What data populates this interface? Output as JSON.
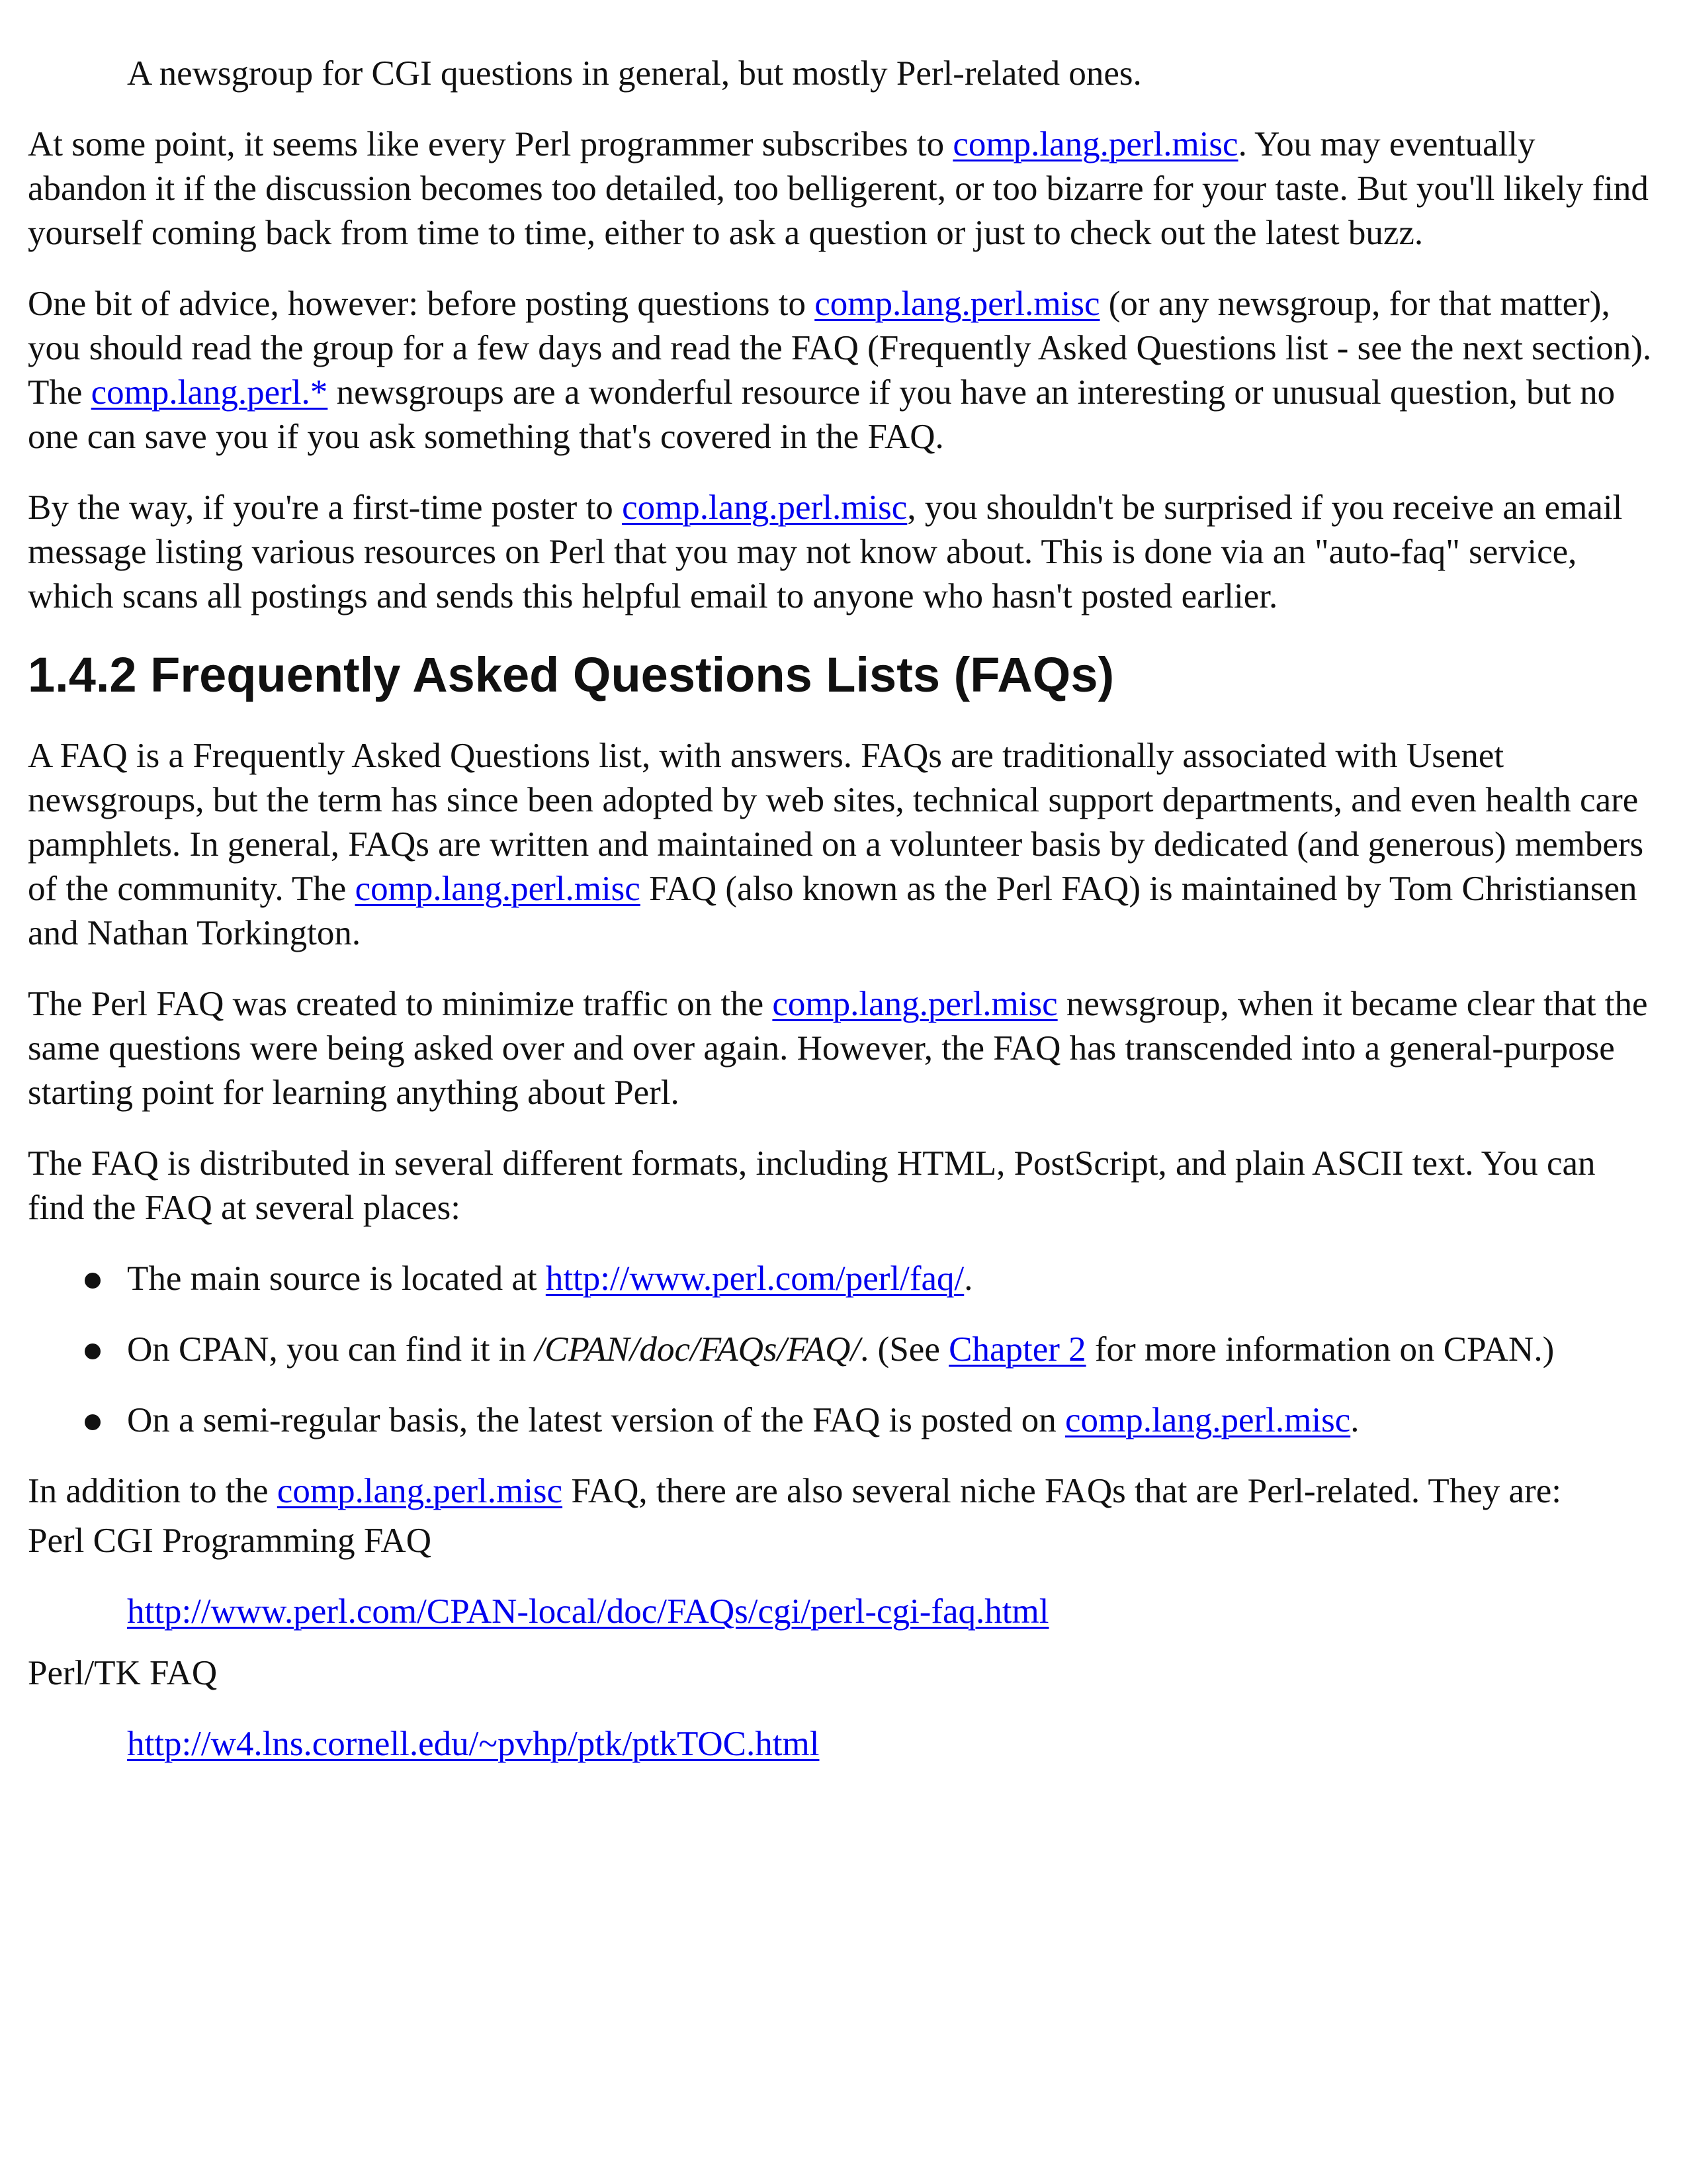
{
  "intro_indent": "A newsgroup for CGI questions in general, but mostly Perl-related ones.",
  "para1": {
    "t1": "At some point, it seems like every Perl programmer subscribes to ",
    "link1": "comp.lang.perl.misc",
    "t2": ". You may eventually abandon it if the discussion becomes too detailed, too belligerent, or too bizarre for your taste. But you'll likely find yourself coming back from time to time, either to ask a question or just to check out the latest buzz."
  },
  "para2": {
    "t1": "One bit of advice, however: before posting questions to ",
    "link1": "comp.lang.perl.misc",
    "t2": " (or any newsgroup, for that matter), you should read the group for a few days and read the FAQ (Frequently Asked Questions list - see the next section). The ",
    "link2": "comp.lang.perl.*",
    "t3": " newsgroups are a wonderful resource if you have an interesting or unusual question, but no one can save you if you ask something that's covered in the FAQ."
  },
  "para3": {
    "t1": "By the way, if you're a first-time poster to ",
    "link1": "comp.lang.perl.misc",
    "t2": ", you shouldn't be surprised if you receive an email message listing various resources on Perl that you may not know about. This is done via an \"auto-faq\" service, which scans all postings and sends this helpful email to anyone who hasn't posted earlier."
  },
  "section_heading": "1.4.2 Frequently Asked Questions Lists (FAQs)",
  "para4": {
    "t1": "A FAQ is a Frequently Asked Questions list, with answers. FAQs are traditionally associated with Usenet newsgroups, but the term has since been adopted by web sites, technical support departments, and even health care pamphlets. In general, FAQs are written and maintained on a volunteer basis by dedicated (and generous) members of the community. The ",
    "link1": "comp.lang.perl.misc",
    "t2": " FAQ (also known as the Perl FAQ) is maintained by Tom Christiansen and Nathan Torkington."
  },
  "para5": {
    "t1": "The Perl FAQ was created to minimize traffic on the ",
    "link1": "comp.lang.perl.misc",
    "t2": " newsgroup, when it became clear that the same questions were being asked over and over again. However, the FAQ has transcended into a general-purpose starting point for learning anything about Perl."
  },
  "para6": "The FAQ is distributed in several different formats, including HTML, PostScript, and plain ASCII text. You can find the FAQ at several places:",
  "bullets": {
    "b1": {
      "t1": "The main source is located at ",
      "link1": "http://www.perl.com/perl/faq/",
      "t2": "."
    },
    "b2": {
      "t1": "On CPAN, you can find it in ",
      "em1": "/CPAN/doc/FAQs/FAQ/",
      "t2": ". (See ",
      "link1": "Chapter 2",
      "t3": " for more information on CPAN.)"
    },
    "b3": {
      "t1": "On a semi-regular basis, the latest version of the FAQ is posted on ",
      "link1": "comp.lang.perl.misc",
      "t2": "."
    }
  },
  "para7": {
    "t1": "In addition to the ",
    "link1": "comp.lang.perl.misc",
    "t2": " FAQ, there are also several niche FAQs that are Perl-related. They are:"
  },
  "faq_list": [
    {
      "term": "Perl CGI Programming FAQ",
      "url": "http://www.perl.com/CPAN-local/doc/FAQs/cgi/perl-cgi-faq.html"
    },
    {
      "term": "Perl/TK FAQ",
      "url": "http://w4.lns.cornell.edu/~pvhp/ptk/ptkTOC.html"
    }
  ],
  "colors": {
    "text": "#111111",
    "link": "#0000ee",
    "background": "#ffffff"
  }
}
